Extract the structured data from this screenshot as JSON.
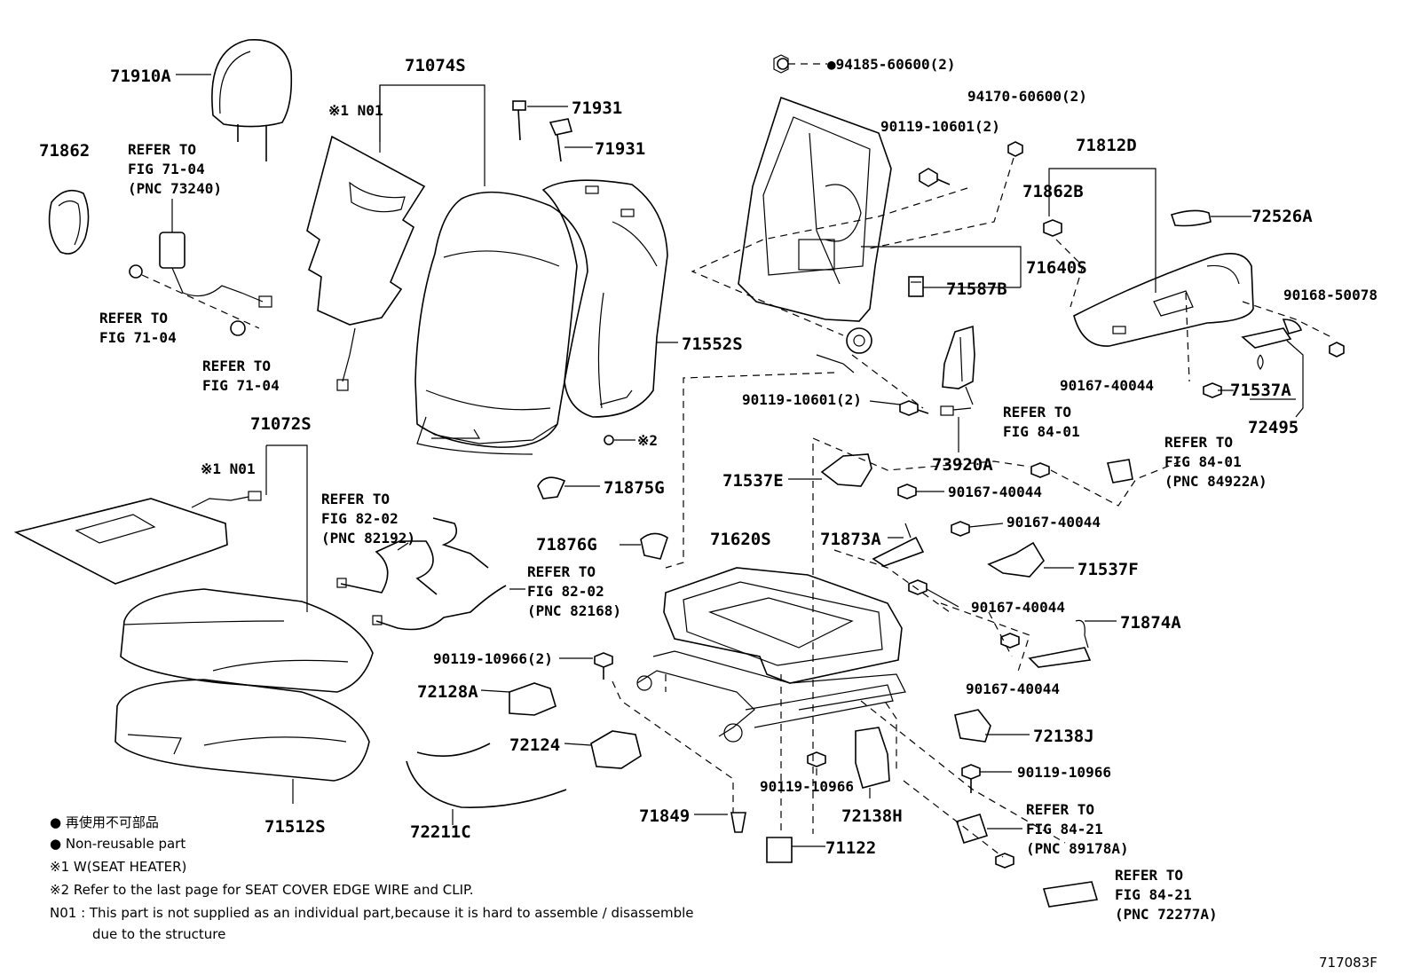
{
  "diagram_code": "717083F",
  "parts": {
    "p71910A": "71910A",
    "p71862": "71862",
    "p71074S": "71074S",
    "p71931a": "71931",
    "p71931b": "71931",
    "p71552S": "71552S",
    "p94185": "●94185-60600(2)",
    "p94170": "94170-60600(2)",
    "p90119_10601a": "90119-10601(2)",
    "p90119_10601b": "90119-10601(2)",
    "p71812D": "71812D",
    "p71862B": "71862B",
    "p72526A": "72526A",
    "p71640S": "71640S",
    "p71587B": "71587B",
    "p90168": "90168-50078",
    "p90167_a": "90167-40044",
    "p71537A": "71537A",
    "p72495": "72495",
    "p73920A": "73920A",
    "p71072S": "71072S",
    "p71875G": "71875G",
    "p71537E": "71537E",
    "p90167_b": "90167-40044",
    "p71876G": "71876G",
    "p71620S": "71620S",
    "p71873A": "71873A",
    "p90167_c": "90167-40044",
    "p71537F": "71537F",
    "p90167_d": "90167-40044",
    "p71874A": "71874A",
    "p90119_10966a": "90119-10966(2)",
    "p72128A": "72128A",
    "p90167_e": "90167-40044",
    "p72138J": "72138J",
    "p72124": "72124",
    "p90119_10966b": "90119-10966",
    "p90119_10966c": "90119-10966",
    "p71849": "71849",
    "p72138H": "72138H",
    "p71512S": "71512S",
    "p72211C": "72211C",
    "p71122": "71122"
  },
  "markers": {
    "n01_top": "※1 N01",
    "n01_bottom": "※1 N01",
    "ref2": "※2"
  },
  "refs": {
    "r1": [
      "REFER TO",
      "FIG 71-04",
      "(PNC 73240)"
    ],
    "r2": [
      "REFER TO",
      "FIG 71-04"
    ],
    "r3": [
      "REFER TO",
      "FIG 71-04"
    ],
    "r4": [
      "REFER TO",
      "FIG 82-02",
      "(PNC 82192)"
    ],
    "r5": [
      "REFER TO",
      "FIG 82-02",
      "(PNC 82168)"
    ],
    "r6": [
      "REFER TO",
      "FIG 84-01"
    ],
    "r7": [
      "REFER TO",
      "FIG 84-01",
      "(PNC 84922A)"
    ],
    "r8": [
      "REFER TO",
      "FIG 84-21",
      "(PNC 89178A)"
    ],
    "r9": [
      "REFER TO",
      "FIG 84-21",
      "(PNC 72277A)"
    ]
  },
  "legend": {
    "line1": "● 再使用不可部品",
    "line2": "● Non-reusable part",
    "line3": "※1  W(SEAT  HEATER)",
    "line4": "※2  Refer to the last page for SEAT COVER EDGE WIRE and CLIP.",
    "line5": "N01 : This part is not supplied as an individual part,because it is hard to assemble / disassemble",
    "line6": "due to the structure"
  }
}
